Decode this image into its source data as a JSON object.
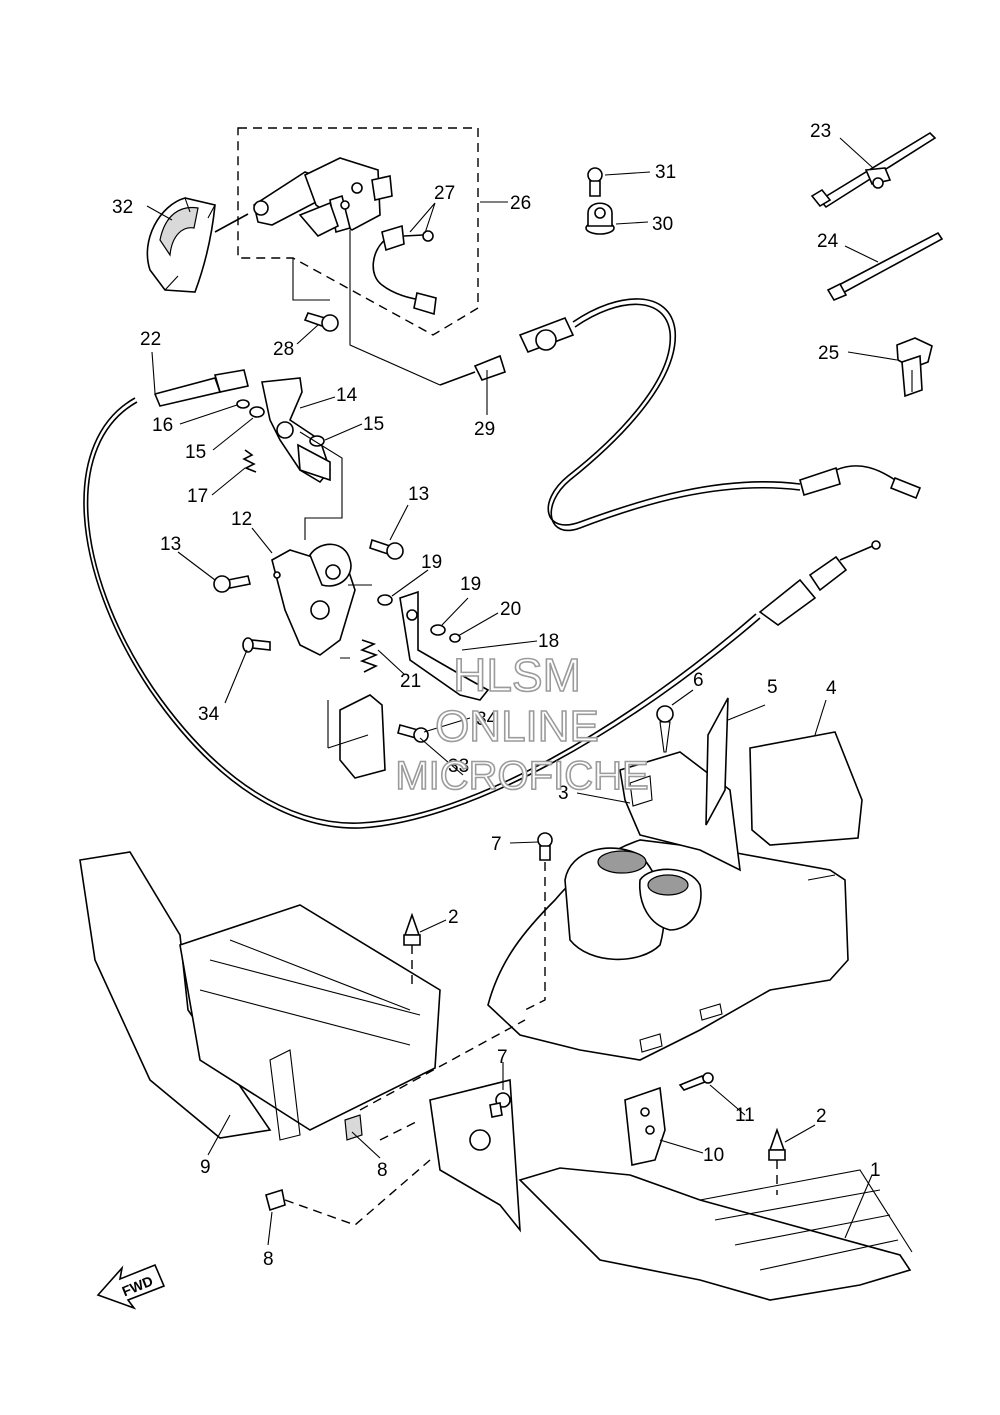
{
  "diagram": {
    "callouts": [
      {
        "id": "c1",
        "label": "1"
      },
      {
        "id": "c2a",
        "label": "2"
      },
      {
        "id": "c2b",
        "label": "2"
      },
      {
        "id": "c3",
        "label": "3"
      },
      {
        "id": "c4",
        "label": "4"
      },
      {
        "id": "c5",
        "label": "5"
      },
      {
        "id": "c6",
        "label": "6"
      },
      {
        "id": "c7a",
        "label": "7"
      },
      {
        "id": "c7b",
        "label": "7"
      },
      {
        "id": "c8a",
        "label": "8"
      },
      {
        "id": "c8b",
        "label": "8"
      },
      {
        "id": "c9",
        "label": "9"
      },
      {
        "id": "c10",
        "label": "10"
      },
      {
        "id": "c11",
        "label": "11"
      },
      {
        "id": "c12",
        "label": "12"
      },
      {
        "id": "c13a",
        "label": "13"
      },
      {
        "id": "c13b",
        "label": "13"
      },
      {
        "id": "c14",
        "label": "14"
      },
      {
        "id": "c15a",
        "label": "15"
      },
      {
        "id": "c15b",
        "label": "15"
      },
      {
        "id": "c16",
        "label": "16"
      },
      {
        "id": "c17",
        "label": "17"
      },
      {
        "id": "c18",
        "label": "18"
      },
      {
        "id": "c19a",
        "label": "19"
      },
      {
        "id": "c19b",
        "label": "19"
      },
      {
        "id": "c20",
        "label": "20"
      },
      {
        "id": "c21",
        "label": "21"
      },
      {
        "id": "c22",
        "label": "22"
      },
      {
        "id": "c23",
        "label": "23"
      },
      {
        "id": "c24",
        "label": "24"
      },
      {
        "id": "c25",
        "label": "25"
      },
      {
        "id": "c26",
        "label": "26"
      },
      {
        "id": "c27",
        "label": "27"
      },
      {
        "id": "c28",
        "label": "28"
      },
      {
        "id": "c29",
        "label": "29"
      },
      {
        "id": "c30",
        "label": "30"
      },
      {
        "id": "c31",
        "label": "31"
      },
      {
        "id": "c32",
        "label": "32"
      },
      {
        "id": "c33",
        "label": "33"
      },
      {
        "id": "c34a",
        "label": "34"
      },
      {
        "id": "c34b",
        "label": "34"
      }
    ],
    "fwd_label": "FWD",
    "watermark": {
      "line1": "HLSM",
      "line2": "ONLINE",
      "line3": "MICROFICHE"
    },
    "colors": {
      "line": "#000000",
      "watermark_stroke": "#9b9b9b",
      "background": "#ffffff"
    }
  }
}
